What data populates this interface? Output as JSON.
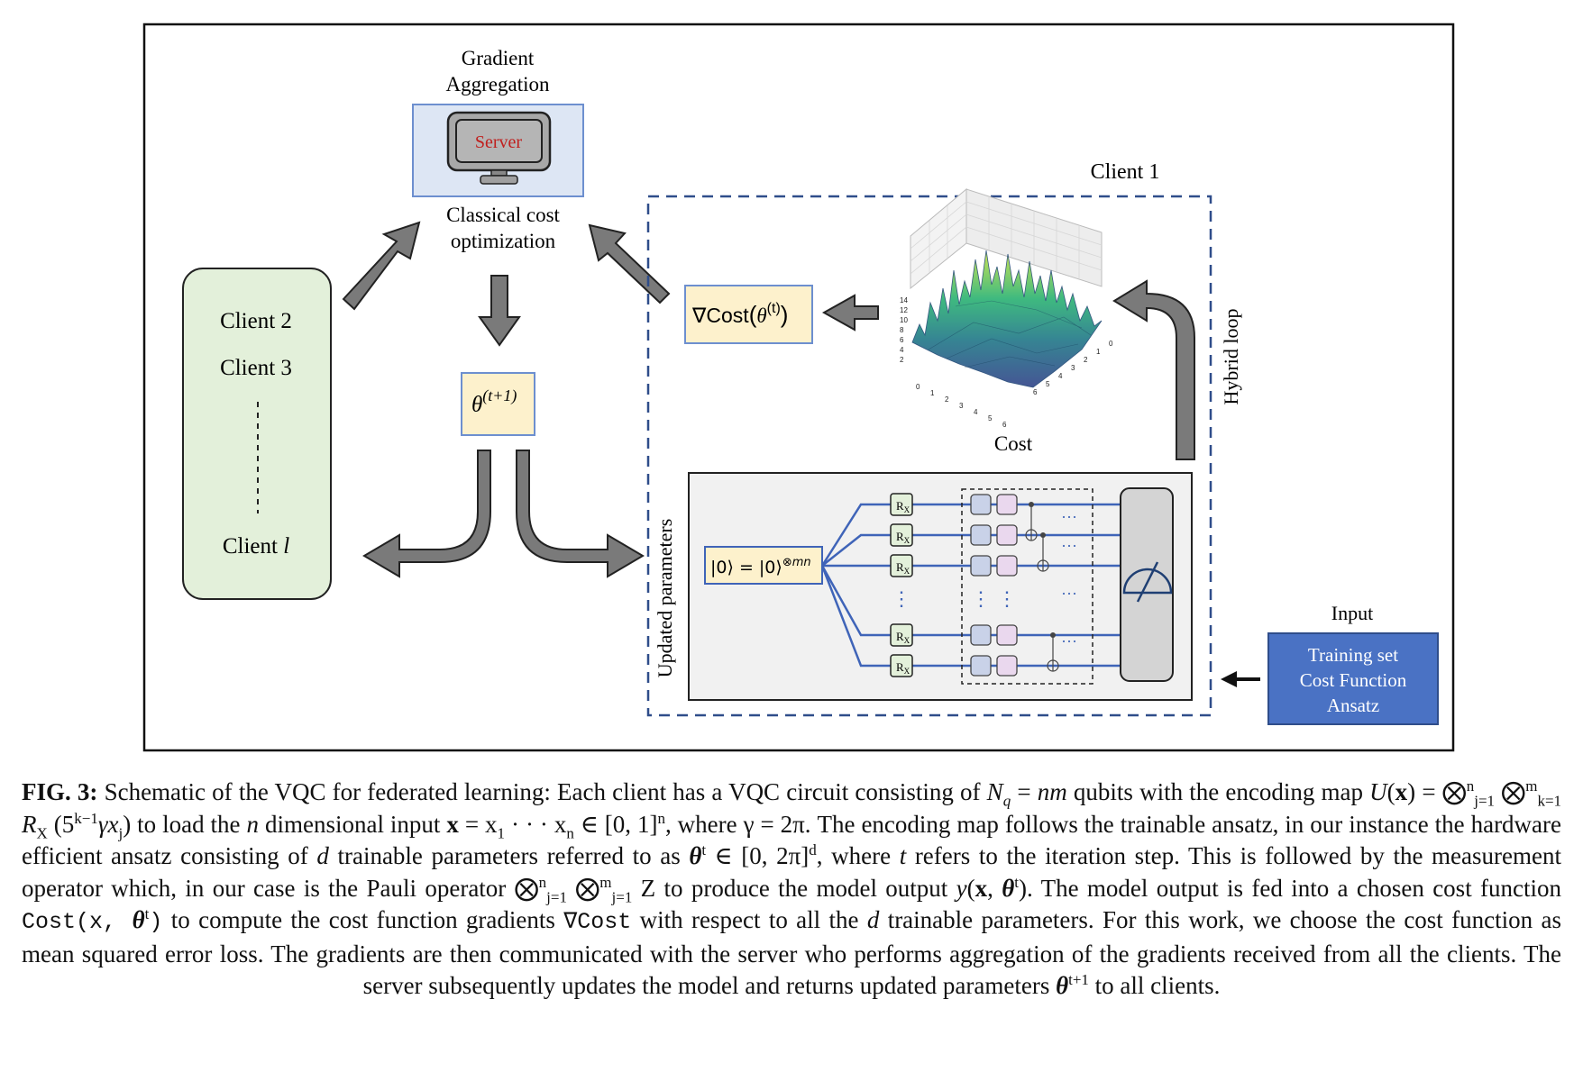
{
  "figure": {
    "server": {
      "top_label_line1": "Gradient",
      "top_label_line2": "Aggregation",
      "monitor_text": "Server",
      "bottom_label_line1": "Classical cost",
      "bottom_label_line2": "optimization"
    },
    "theta_next": "θ",
    "theta_next_sup": "(t+1)",
    "clients_box": {
      "client2": "Client 2",
      "client3": "Client 3",
      "clientl_prefix": "Client ",
      "clientl_var": "l"
    },
    "client1": {
      "title": "Client 1",
      "grad_prefix": "∇Cost",
      "grad_theta": "θ",
      "grad_sup": "(t)",
      "cost_label": "Cost",
      "hybrid_loop": "Hybrid loop",
      "updated_params": "Updated parameters",
      "init_state": "|0⟩ = |0⟩",
      "init_state_sup": "⊗mn",
      "gate_label": "R",
      "gate_sub": "X",
      "vdots": "⋮",
      "hdots": "···",
      "plot_z_ticks": [
        "14",
        "12",
        "10",
        "8",
        "6",
        "4",
        "2"
      ],
      "plot_x_ticks": [
        "0",
        "1",
        "2",
        "3",
        "4",
        "5",
        "6"
      ],
      "plot_y_ticks": [
        "0",
        "1",
        "2",
        "3",
        "4",
        "5",
        "6"
      ]
    },
    "input": {
      "title": "Input",
      "line1": "Training set",
      "line2": "Cost Function",
      "line3": "Ansatz"
    },
    "colors": {
      "server_box": "#dde6f4",
      "server_border": "#6d8fcf",
      "client_box": "#e3f0da",
      "theta_box": "#fdf1cc",
      "input_box": "#4a72c4",
      "circuit_line": "#3f64b8",
      "dashed_border": "#2f4d8a",
      "arrow_fill": "#7a7a7a"
    }
  },
  "caption": {
    "label": "FIG. 3:",
    "t1": " Schematic of the VQC for federated learning: Each client has a VQC circuit consisting of ",
    "Nq": "N",
    "q": "q",
    "t2": " = ",
    "nm": "nm",
    "t3": " qubits with the encoding map ",
    "U": "U",
    "t4": "(",
    "x1": "x",
    "t5": ") = ⨂",
    "lim1_sup": "n",
    "lim1_sub": "j=1",
    "t6": " ⨂",
    "lim2_sup": "m",
    "lim2_sub": "k=1",
    "t7": " R",
    "RX_sub": "X",
    "t8": " (5",
    "pow": "k−1",
    "t9": "γx",
    "xj_sub": "j",
    "t10": ") to load the ",
    "n1": "n",
    "t11": " dimensional input ",
    "x2": "x",
    "t12": " = x",
    "x1_sub": "1",
    "t13": " · · · x",
    "xn_sub": "n",
    "t14": " ∈ [0, 1]",
    "n_sup": "n",
    "t15": ", where γ = 2π. The encoding map follows the trainable ansatz, in our instance the hardware efficient ansatz consisting of ",
    "d1": "d",
    "t16": " trainable parameters referred to as ",
    "theta1": "θ",
    "theta1_sup": "t",
    "t17": " ∈ [0, 2π]",
    "d_sup": "d",
    "t18": ", where ",
    "tvar": "t",
    "t19": " refers to the iteration step. This is followed by the measurement operator which, in our case is the Pauli operator ⨂",
    "lim3_sup": "n",
    "lim3_sub": "j=1",
    "t20": " ⨂",
    "lim4_sup": "m",
    "lim4_sub": "j=1",
    "t21": " Z to produce the model output ",
    "y": "y",
    "t22": "(",
    "x3": "x",
    "t23": ", ",
    "theta2": "θ",
    "theta2_sup": "t",
    "t24": "). The model output is fed into a chosen cost function ",
    "cost1": "Cost(x, ",
    "theta3": "θ",
    "theta3_sup": "t",
    "cost1_end": ")",
    "t25": " to compute the cost function gradients ",
    "nabla": "∇Cost",
    "t26": " with respect to all the ",
    "d2": "d",
    "t27": " trainable parameters. For this work, we choose the cost function as mean squared error loss. The gradients are then communicated with the server who performs aggregation of the gradients received from all the clients. The server subsequently updates the model and returns updated parameters ",
    "theta4": "θ",
    "theta4_sup": "t+1",
    "t28": " to all clients."
  }
}
